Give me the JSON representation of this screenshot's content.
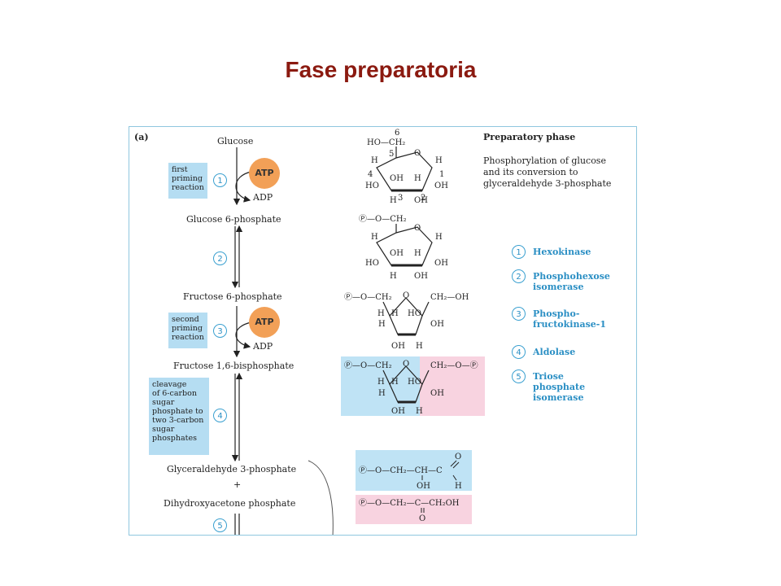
{
  "slide": {
    "title": "Fase preparatoria"
  },
  "figure": {
    "panel_label": "(a)",
    "phase": {
      "title": "Preparatory phase",
      "description": [
        "Phosphorylation of glucose",
        "and its conversion to",
        "glyceraldehyde 3-phosphate"
      ]
    },
    "metabolites": {
      "glucose": "Glucose",
      "g6p": "Glucose 6-phosphate",
      "f6p": "Fructose 6-phosphate",
      "f16bp": "Fructose 1,6-bisphosphate",
      "gap": "Glyceraldehyde 3-phosphate",
      "plus": "+",
      "dhap": "Dihydroxyacetone phosphate"
    },
    "cofactors": {
      "atp1": "ATP",
      "adp1": "ADP",
      "atp2": "ATP",
      "adp2": "ADP"
    },
    "steps": [
      "1",
      "2",
      "3",
      "4",
      "5"
    ],
    "notes": {
      "first_priming": [
        "first",
        "priming",
        "reaction"
      ],
      "second_priming": [
        "second",
        "priming",
        "reaction"
      ],
      "cleavage": [
        "cleavage",
        "of 6-carbon",
        "sugar",
        "phosphate to",
        "two 3-carbon",
        "sugar",
        "phosphates"
      ]
    },
    "enzymes": [
      {
        "num": "1",
        "lines": [
          "Hexokinase"
        ]
      },
      {
        "num": "2",
        "lines": [
          "Phosphohexose",
          "isomerase"
        ]
      },
      {
        "num": "3",
        "lines": [
          "Phospho-",
          "fructokinase-1"
        ]
      },
      {
        "num": "4",
        "lines": [
          "Aldolase"
        ]
      },
      {
        "num": "5",
        "lines": [
          "Triose",
          "phosphate",
          "isomerase"
        ]
      }
    ],
    "structure_text": {
      "glucose": {
        "ch2": "HO—CH₂",
        "c6": "6",
        "c5": "5",
        "c4": "4",
        "c3": "3",
        "c2": "2",
        "c1": "1"
      },
      "g6p": {
        "ch2": "Ⓟ—O—CH₂"
      },
      "f6p": {
        "left": "Ⓟ—O—CH₂",
        "right": "CH₂—OH"
      },
      "f16bp": {
        "left": "Ⓟ—O—CH₂",
        "right": "CH₂—O—Ⓟ"
      },
      "gap": {
        "chain": "Ⓟ—O—CH₂—CH—C",
        "o": "O",
        "oh": "OH",
        "h": "H"
      },
      "dhap": {
        "chain": "Ⓟ—O—CH₂—C—CH₂OH",
        "o": "O"
      },
      "atoms": {
        "h": "H",
        "oh": "OH",
        "ho": "HO",
        "ring_o": "O"
      }
    },
    "colors": {
      "title": "#8b1a10",
      "accent": "#2b8fc4",
      "note_bg": "#b5ddf2",
      "atp": "#f2a057",
      "blue_fill": "#bfe3f5",
      "pink_fill": "#f8d3e0",
      "frame": "#8fc7df"
    }
  }
}
